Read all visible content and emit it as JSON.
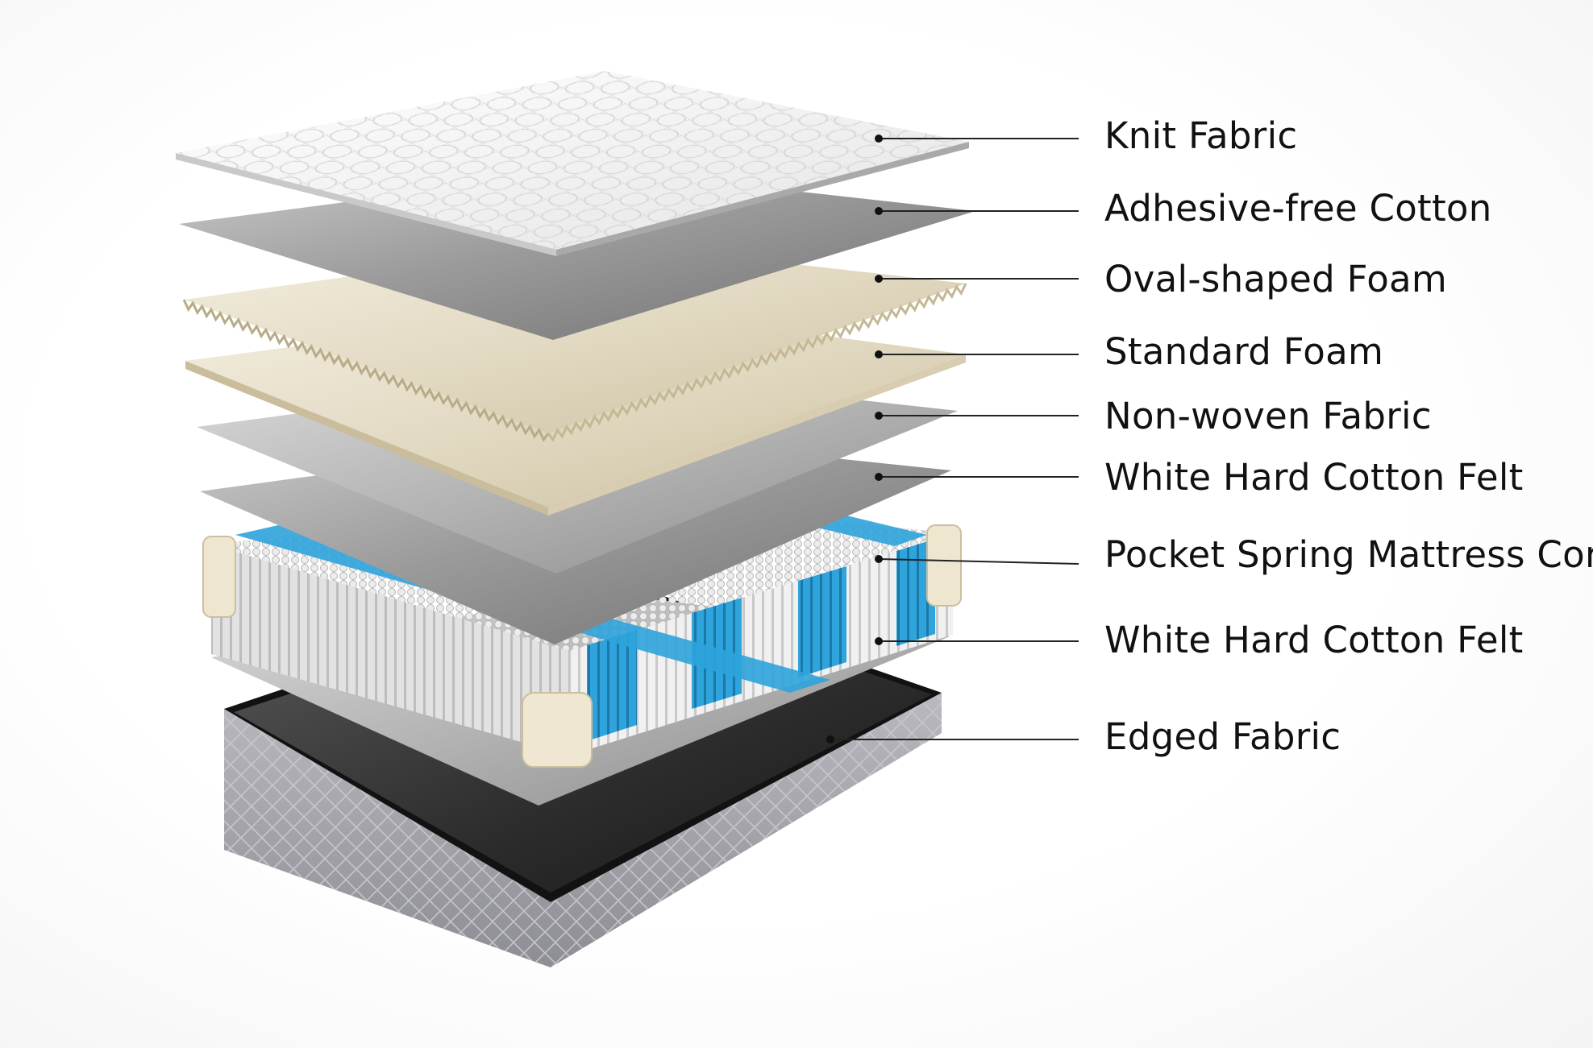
{
  "diagram": {
    "layers": [
      {
        "id": "knit-fabric",
        "label": "Knit Fabric"
      },
      {
        "id": "adhesive-free-cotton",
        "label": "Adhesive-free Cotton"
      },
      {
        "id": "oval-shaped-foam",
        "label": "Oval-shaped Foam"
      },
      {
        "id": "standard-foam",
        "label": "Standard Foam"
      },
      {
        "id": "non-woven-fabric",
        "label": "Non-woven Fabric"
      },
      {
        "id": "white-hard-cotton-felt-upper",
        "label": "White Hard Cotton Felt"
      },
      {
        "id": "pocket-spring-mattress-core",
        "label": "Pocket Spring Mattress Core"
      },
      {
        "id": "white-hard-cotton-felt-lower",
        "label": "White Hard Cotton Felt"
      },
      {
        "id": "edged-fabric",
        "label": "Edged Fabric"
      }
    ]
  },
  "colors": {
    "knit": "#f2f2f2",
    "gray_sheet": "#9a9a9a",
    "foam": "#e6dfcc",
    "spring_white": "#f4f4f4",
    "spring_blue": "#2a9fd6",
    "base_black": "#1a1a1a",
    "base_side": "#a8a8ae",
    "leader_line": "#222222"
  }
}
